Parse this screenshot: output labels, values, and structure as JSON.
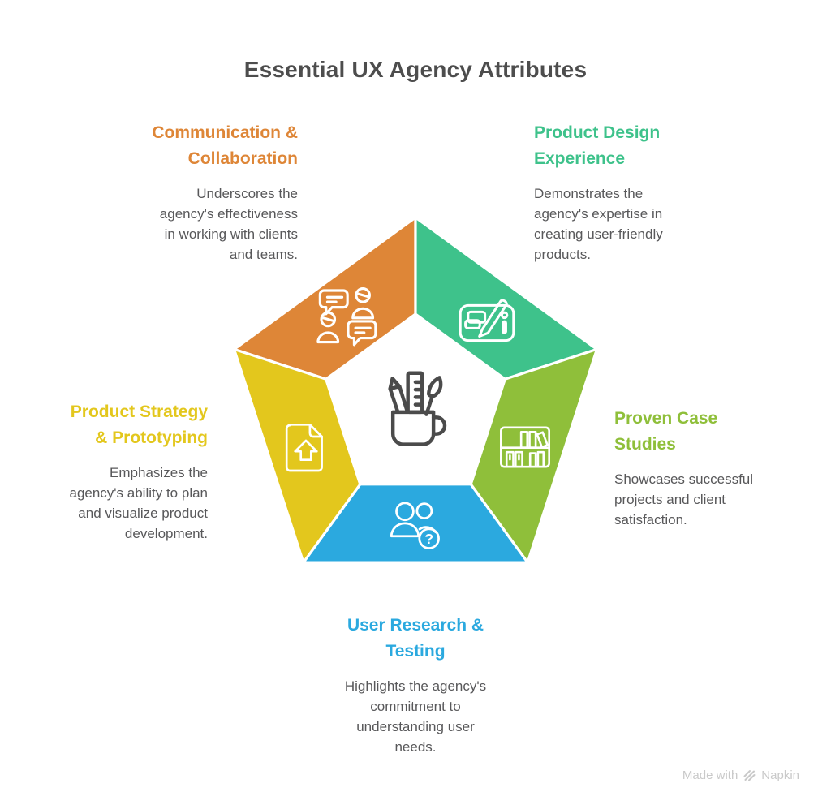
{
  "title": "Essential UX Agency Attributes",
  "colors": {
    "title_text": "#4d4d4d",
    "body_text": "#58585a",
    "segment_divider": "#ffffff",
    "icon_stroke": "#ffffff",
    "center_icon_stroke": "#4b4b4b",
    "footer_text": "#c9c9c9"
  },
  "attributes": [
    {
      "id": "communication",
      "heading": "Communication & Collaboration",
      "heading_lines": [
        "Communication &",
        "Collaboration"
      ],
      "body": "Underscores the agency's effectiveness in working with clients and teams.",
      "body_lines": [
        "Underscores the",
        "agency's effectiveness",
        "in working with clients",
        "and teams."
      ],
      "color": "#DE8637",
      "icon": "chat-conversation-icon"
    },
    {
      "id": "product-design",
      "heading": "Product Design Experience",
      "heading_lines": [
        "Product Design",
        "Experience"
      ],
      "body": "Demonstrates the agency's expertise in creating user-friendly products.",
      "body_lines": [
        "Demonstrates the",
        "agency's expertise in",
        "creating user-friendly",
        "products."
      ],
      "color": "#3EC28B",
      "icon": "design-tablet-pen-icon"
    },
    {
      "id": "case-studies",
      "heading": "Proven Case Studies",
      "heading_lines": [
        "Proven Case",
        "Studies"
      ],
      "body": "Showcases successful projects and client satisfaction.",
      "body_lines": [
        "Showcases successful",
        "projects and client",
        "satisfaction."
      ],
      "color": "#8FBF3A",
      "icon": "bookshelf-icon"
    },
    {
      "id": "user-research",
      "heading": "User Research & Testing",
      "heading_lines": [
        "User Research &",
        "Testing"
      ],
      "body": "Highlights the agency's commitment to understanding user needs.",
      "body_lines": [
        "Highlights the agency's",
        "commitment to",
        "understanding user",
        "needs."
      ],
      "color": "#2BA9DF",
      "icon": "users-question-icon"
    },
    {
      "id": "product-strategy",
      "heading": "Product Strategy & Prototyping",
      "heading_lines": [
        "Product Strategy",
        "& Prototyping"
      ],
      "body": "Emphasizes the agency's ability to plan and visualize product development.",
      "body_lines": [
        "Emphasizes the",
        "agency's ability to plan",
        "and visualize product",
        "development."
      ],
      "color": "#E3C71D",
      "icon": "document-arrow-icon"
    }
  ],
  "center_icon": "stationery-mug-icon",
  "icons": {
    "question_mark": "?"
  },
  "footer": {
    "text": "Made with",
    "brand": "Napkin"
  }
}
